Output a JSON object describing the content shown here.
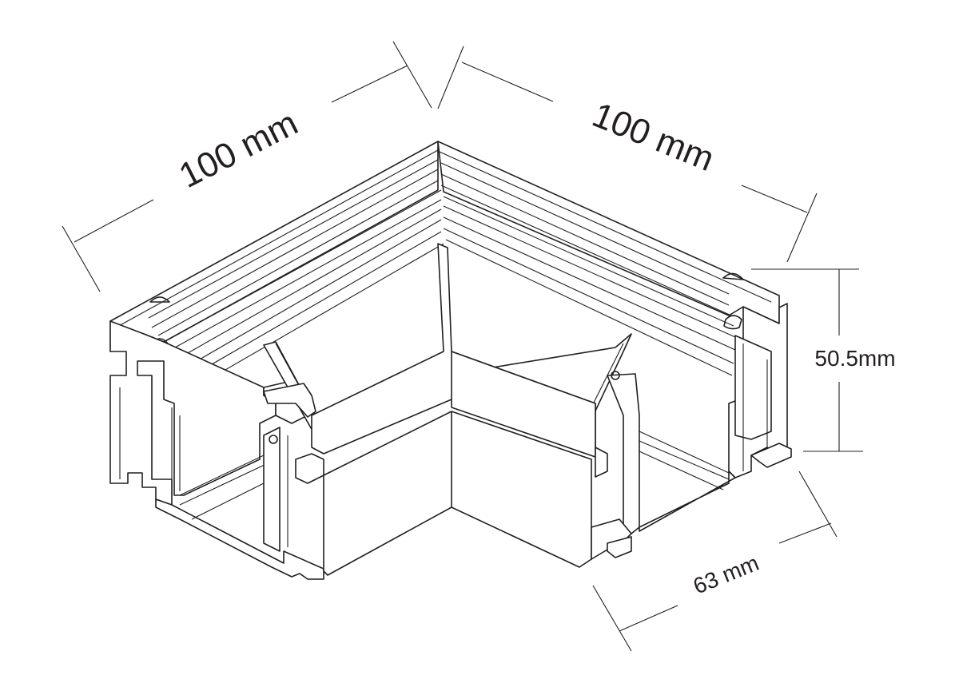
{
  "dimensions": {
    "left_length": "100 mm",
    "right_length": "100 mm",
    "height": "50.5mm",
    "width": "63 mm"
  },
  "colors": {
    "line": "#231f20",
    "background": "#ffffff"
  }
}
